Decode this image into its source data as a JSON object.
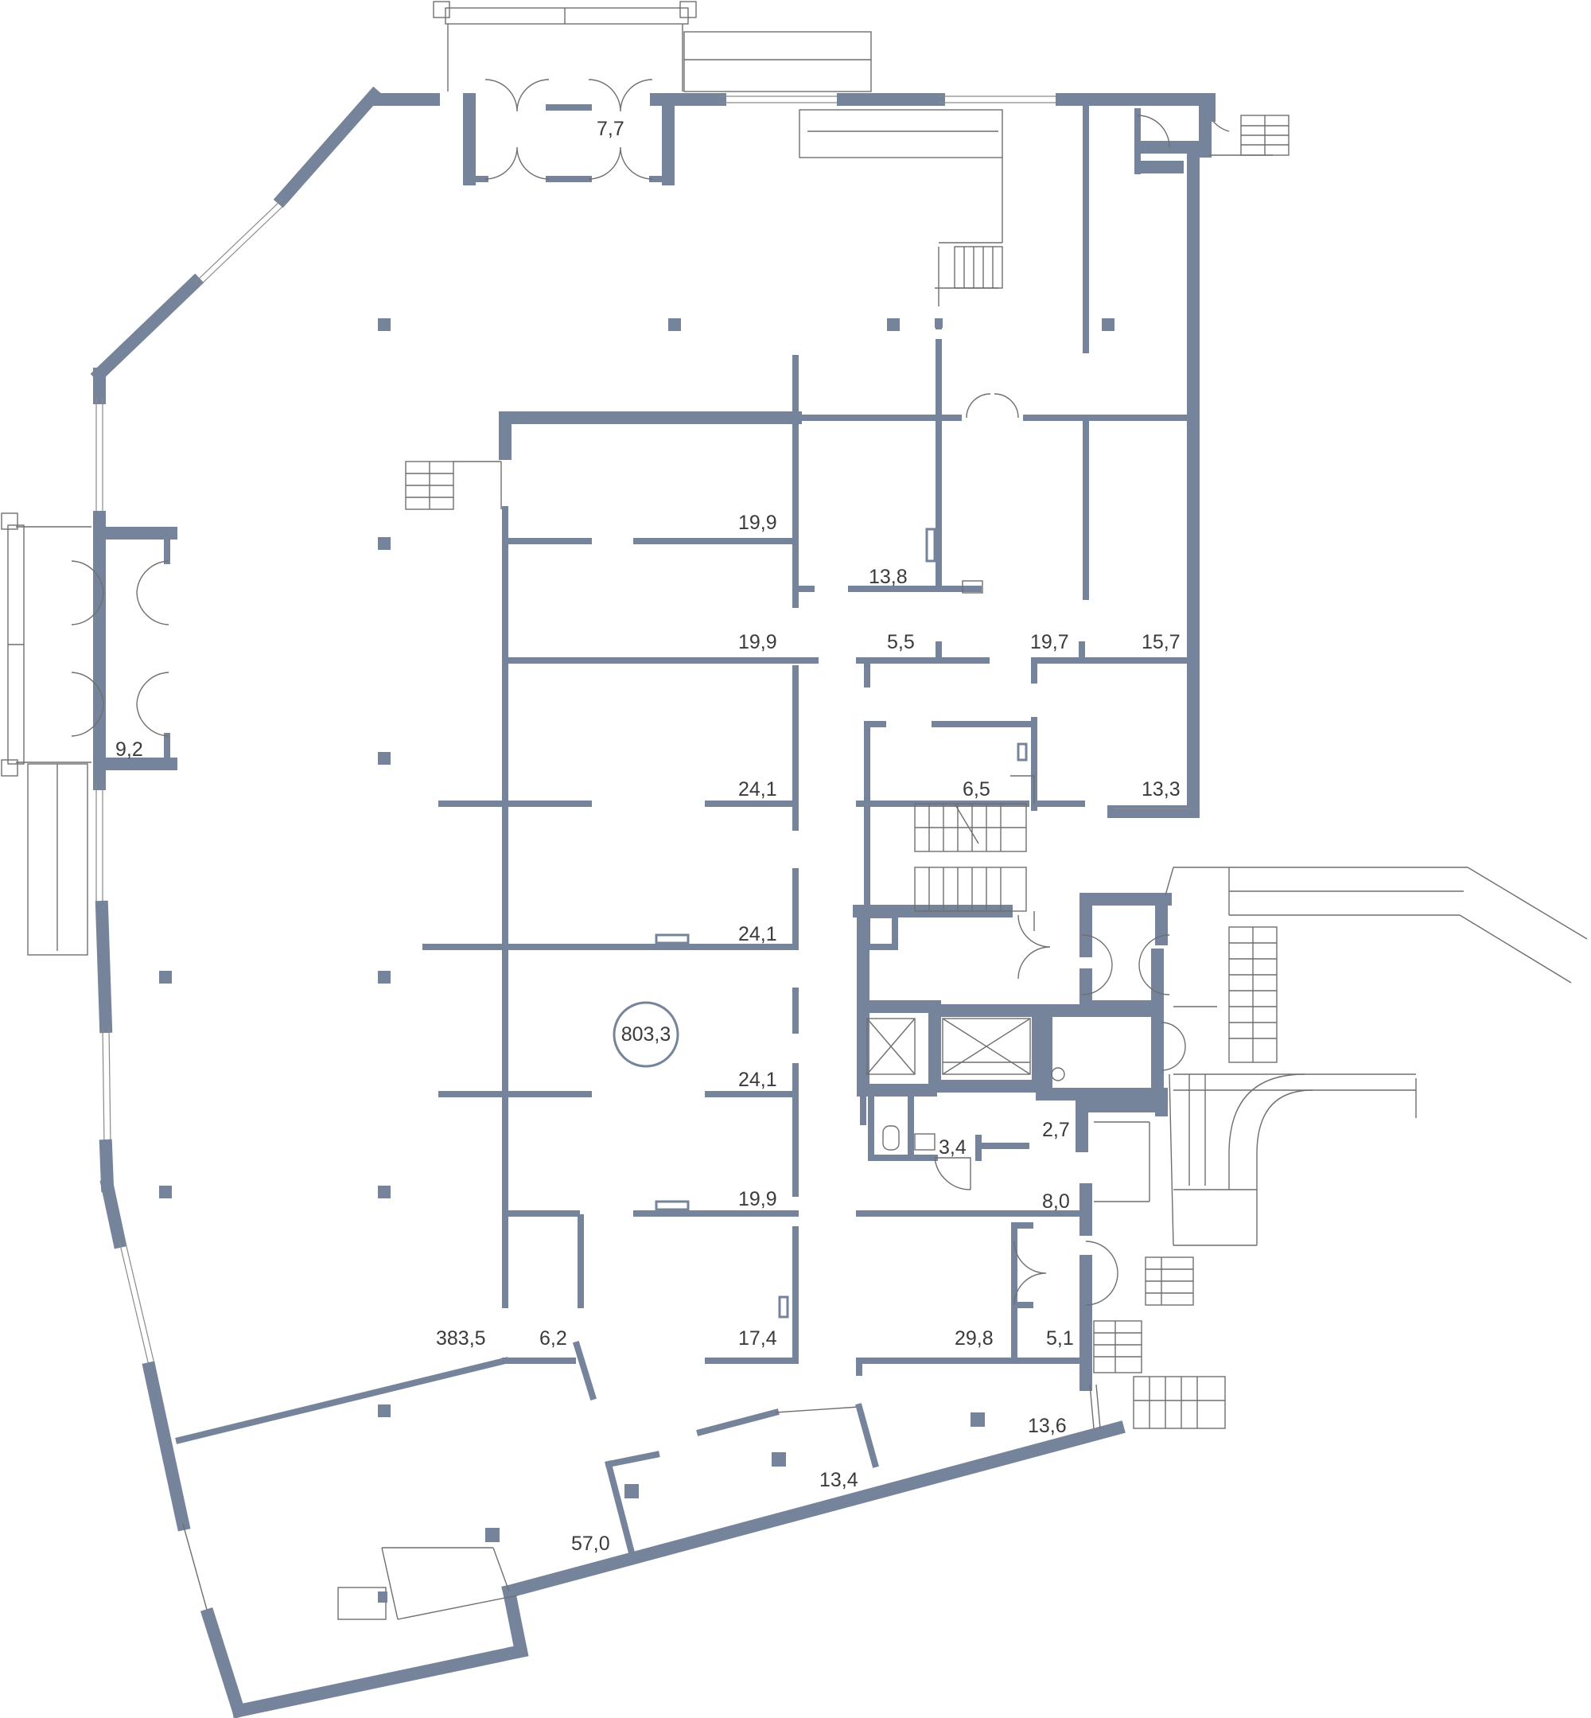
{
  "plan": {
    "total_area": "803,3",
    "rooms": [
      {
        "id": "vestibule-top",
        "area": "7,7"
      },
      {
        "id": "vestibule-left",
        "area": "9,2"
      },
      {
        "id": "hall-main",
        "area": "383,5"
      },
      {
        "id": "office-1a",
        "area": "19,9"
      },
      {
        "id": "office-1b",
        "area": "19,9"
      },
      {
        "id": "wc-1",
        "area": "13,8"
      },
      {
        "id": "corridor-1",
        "area": "5,5"
      },
      {
        "id": "office-2",
        "area": "19,7"
      },
      {
        "id": "office-3",
        "area": "15,7"
      },
      {
        "id": "office-4",
        "area": "24,1"
      },
      {
        "id": "wc-2",
        "area": "6,5"
      },
      {
        "id": "office-5",
        "area": "13,3"
      },
      {
        "id": "office-6",
        "area": "24,1"
      },
      {
        "id": "office-7",
        "area": "24,1"
      },
      {
        "id": "wc-3",
        "area": "3,4"
      },
      {
        "id": "storage-1",
        "area": "2,7"
      },
      {
        "id": "office-8",
        "area": "19,9"
      },
      {
        "id": "storage-2",
        "area": "8,0"
      },
      {
        "id": "room-small",
        "area": "6,2"
      },
      {
        "id": "office-9",
        "area": "17,4"
      },
      {
        "id": "office-10",
        "area": "29,8"
      },
      {
        "id": "vestibule-right",
        "area": "5,1"
      },
      {
        "id": "corridor-south",
        "area": "13,6"
      },
      {
        "id": "room-south",
        "area": "13,4"
      },
      {
        "id": "room-southwest",
        "area": "57,0"
      }
    ]
  }
}
